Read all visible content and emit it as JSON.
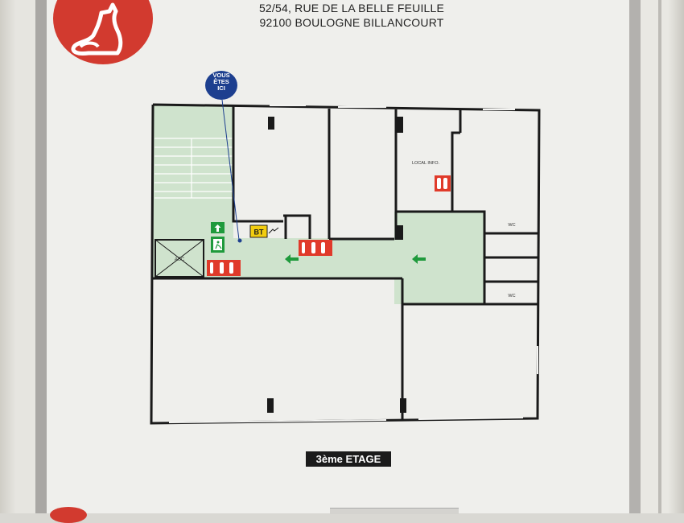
{
  "address": {
    "line1": "52/54, RUE DE LA BELLE FEUILLE",
    "line2": "92100 BOULOGNE BILLANCOURT"
  },
  "marker": {
    "line1": "VOUS",
    "line2": "ÊTES",
    "line3": "ICI"
  },
  "rooms": {
    "local_info": "LOCAL INFO.",
    "wc_top": "WC",
    "wc_bottom": "WC",
    "asc": "ASC",
    "bt": "BT"
  },
  "floor_label": "3ème ETAGE",
  "colors": {
    "logo_red": "#d23a2f",
    "corridor_green": "#cfe3cd",
    "marker_blue": "#1d3f8f",
    "exit_green": "#1f9a3c",
    "extinguisher_red": "#e03a2a",
    "bt_yellow": "#f2cd10"
  }
}
